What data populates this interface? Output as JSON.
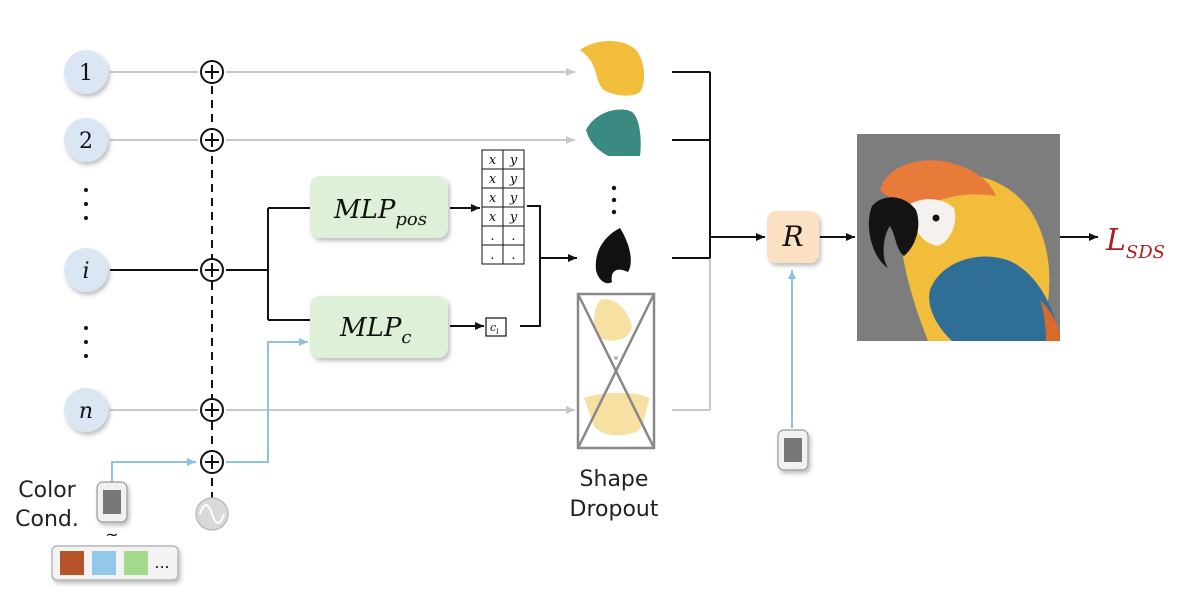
{
  "inputs": [
    {
      "label": "1"
    },
    {
      "label": "2"
    },
    {
      "label": "i"
    },
    {
      "label": "n"
    }
  ],
  "mlp_pos": {
    "main": "MLP",
    "sub": "pos"
  },
  "mlp_c": {
    "main": "MLP",
    "sub": "c"
  },
  "pos_table": {
    "cells": [
      [
        "x",
        "y"
      ],
      [
        "x",
        "y"
      ],
      [
        "x",
        "y"
      ],
      [
        "x",
        "y"
      ],
      [
        ".",
        "."
      ],
      [
        ".",
        "."
      ]
    ]
  },
  "color_output": {
    "label": "c",
    "sub": "i"
  },
  "shape_dropout": {
    "line1": "Shape",
    "line2": "Dropout"
  },
  "renderer": {
    "symbol": "R"
  },
  "loss": {
    "main": "L",
    "sub": "SDS"
  },
  "color_cond": {
    "line1": "Color",
    "line2": "Cond.",
    "tilde": "~",
    "more": "..."
  },
  "colors": {
    "node_fill": "#dbe6f5",
    "mlp_fill": "#dff0d8",
    "renderer_fill": "#fbe0c3",
    "loss": "#b01d1d",
    "blue_line": "#8fc1e3",
    "gray_line": "#c8c8c8",
    "shape_yellow": "#f2bd3b",
    "shape_teal": "#3a8a82",
    "shape_black": "#111111",
    "swatch1": "#b5532a",
    "swatch2": "#92c9ea",
    "swatch3": "#a3d98b"
  },
  "icons": [
    "plus-circle-icon",
    "noise-icon",
    "image-condition-icon",
    "parrot-image"
  ]
}
